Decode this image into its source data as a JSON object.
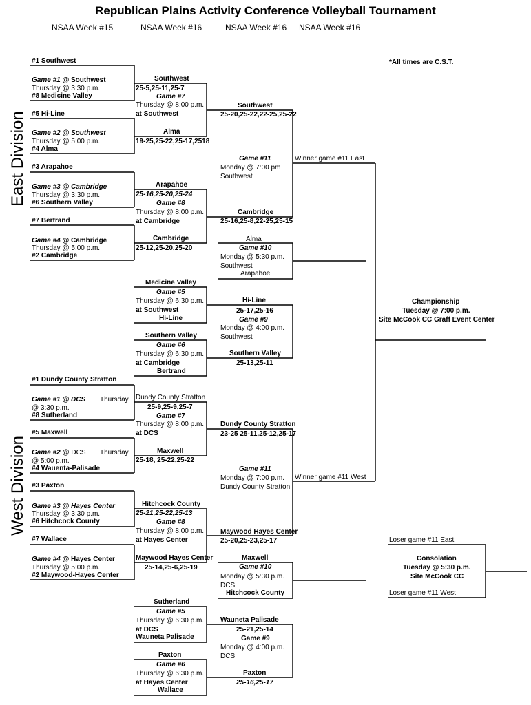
{
  "title": "Republican Plains Activity Conference Volleyball Tournament",
  "weeks": [
    "NSAA Week #15",
    "NSAA Week #16",
    "NSAA Week #16",
    "NSAA Week #16"
  ],
  "note": "*All times are C.S.T.",
  "east": {
    "label": "East Division",
    "seed1": "#1 Southwest",
    "g1": {
      "title": "Game #1",
      "site": " @ Southwest",
      "time": "Thursday @ 3:30 p.m.",
      "team": "#8 Medicine Valley"
    },
    "seed5": "#5 Hi-Line",
    "g2": {
      "title": "Game #2 @ Southwest",
      "time": "Thursday @ 5:00 p.m.",
      "team": "#4 Alma"
    },
    "seed3": "#3 Arapahoe",
    "g3": {
      "title": "Game #3  @ Cambridge",
      "time": "Thursday @ 3:30 p.m.",
      "team": "#6 Southern Valley"
    },
    "seed7": "#7 Bertrand",
    "g4": {
      "title": "Game #4",
      "site": "  @ Cambridge",
      "time": "Thursday @ 5:00 p.m.",
      "team": "#2 Cambridge"
    },
    "r2": {
      "winner1": "Southwest",
      "score1": "25-5,25-11,25-7",
      "g7": "Game #7",
      "g7_time": "Thursday @ 8:00 p.m.",
      "g7_site": "at Southwest",
      "winner2": "Alma",
      "score2": "19-25,25-22,25-17,2518",
      "winner3": "Arapahoe",
      "score3": "25-16,25-20,25-24",
      "g8": "Game #8",
      "g8_time": "Thursday @ 8:00 p.m.",
      "g8_site": "at Cambridge",
      "winner4": "Cambridge",
      "score4": "25-12,25-20,25-20",
      "loser1": "Medicine Valley",
      "g5": "Game #5",
      "g5_time": "Thursday @ 6:30 p.m.",
      "g5_site": "at Southwest",
      "loser2": "Hi-Line",
      "loser3": "Southern Valley",
      "g6": "Game #6",
      "g6_time": "Thursday @ 6:30 p.m.",
      "g6_site": "at Cambridge",
      "loser4": "Bertrand"
    },
    "r3": {
      "w1": "Southwest",
      "w1_score": "25-20,25-22,22-25,25-22",
      "g11": "Game #11",
      "g11_time": "Monday @ 7:00 pm",
      "g11_site": "Southwest",
      "w2": "Cambridge",
      "w2_score": "25-16,25-8,22-25,25-15",
      "c1": "Alma",
      "g10": "Game #10",
      "g10_time": "Monday @ 5:30 p.m.",
      "g10_site": "Southwest",
      "c2": "Arapahoe",
      "c3": "Hi-Line",
      "c3_score": "25-17,25-16",
      "g9": "Game #9",
      "g9_time": "Monday @ 4:00 p.m.",
      "g9_site": "Southwest",
      "c4": "Southern Valley",
      "c4_score": "25-13,25-11"
    },
    "final_feed": "Winner game #11 East"
  },
  "championship": {
    "title": "Championship",
    "time": "Tuesday @ 7:00 p.m.",
    "site": "Site McCook CC Graff Event Center"
  },
  "west": {
    "label": "West Division",
    "seed1": "#1 Dundy County Stratton",
    "g1": {
      "title": "Game #1 @ DCS",
      "day": "Thursday",
      "time": "@ 3:30 p.m.",
      "team": "#8 Sutherland"
    },
    "seed5": "#5 Maxwell",
    "g2": {
      "title": "Game #2",
      "site": " @ DCS",
      "day": "Thursday",
      "time": "@ 5:00 p.m.",
      "team": "#4 Wauenta-Palisade"
    },
    "seed3": "#3 Paxton",
    "g3": {
      "title": "Game #3 @ Hayes Center",
      "time": "Thursday @ 3:30 p.m.",
      "team": "#6 Hitchcock County"
    },
    "seed7": "#7 Wallace",
    "g4": {
      "title": "Game #4",
      "site": " @ Hayes Center",
      "time": "Thursday @ 5:00 p.m.",
      "team": "#2 Maywood-Hayes Center"
    },
    "r2": {
      "winner1": "Dundy County Stratton",
      "score1": "25-9,25-9,25-7",
      "g7": "Game #7",
      "g7_time": "Thursday @ 8:00 p.m.",
      "g7_site": "at DCS",
      "winner2": "Maxwell",
      "score2": "25-18, 25-22,25-22",
      "winner3": "Hitchcock County",
      "score3": "25-21,25-22,25-13",
      "g8": "Game #8",
      "g8_time": "Thursday @ 8:00 p.m.",
      "g8_site": "at Hayes Center",
      "winner4": "Maywood Hayes Center",
      "score4": "25-14,25-6,25-19",
      "loser1": "Sutherland",
      "g5": "Game #5",
      "g5_time": "Thursday @ 6:30 p.m.",
      "g5_site": "at DCS",
      "loser2": "Wauneta Palisade",
      "loser3": "Paxton",
      "g6": "Game #6",
      "g6_time": "Thursday @ 6:30 p.m.",
      "g6_site": "at Hayes Center",
      "loser4": "Wallace"
    },
    "r3": {
      "w1": "Dundy County Stratton",
      "w1_score": "23-25 25-11,25-12,25-17",
      "g11": "Game #11",
      "g11_time": "Monday @ 7:00 p.m.",
      "g11_site": "Dundy County Stratton",
      "w2": "Maywood Hayes Center",
      "w2_score": "25-20,25-23,25-17",
      "c1": "Maxwell",
      "g10": "Game #10",
      "g10_time": "Monday @ 5:30 p.m.",
      "g10_site": "DCS",
      "c2": "Hitchcock County",
      "c3": "Wauneta Palisade",
      "c3_score": "25-21,25-14",
      "g9": "Game #9",
      "g9_time": "Monday @ 4:00 p.m.",
      "g9_site": "DCS",
      "c4": "Paxton",
      "c4_score": "25-16,25-17"
    },
    "final_feed": "Winner game #11 West"
  },
  "consolation": {
    "loser_east": "Loser game #11 East",
    "title": "Consolation",
    "time": "Tuesday @ 5:30 p.m.",
    "site": "Site McCook CC",
    "loser_west": "Loser game #11 West"
  }
}
